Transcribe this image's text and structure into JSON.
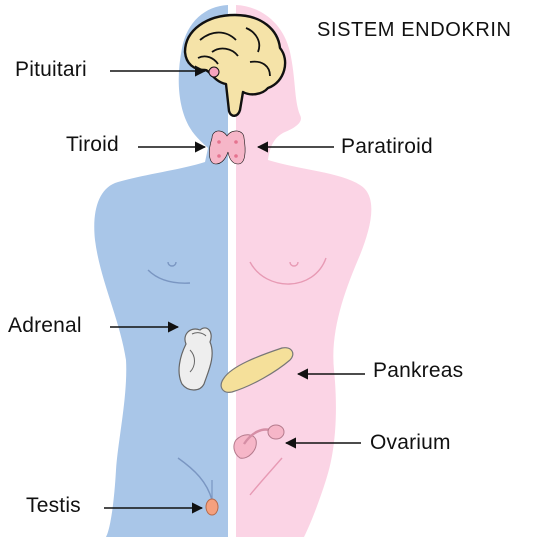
{
  "title": "SISTEM ENDOKRIN",
  "labels": {
    "pituitari": "Pituitari",
    "tiroid": "Tiroid",
    "paratiroid": "Paratiroid",
    "adrenal": "Adrenal",
    "pankreas": "Pankreas",
    "ovarium": "Ovarium",
    "testis": "Testis"
  },
  "colors": {
    "male_body": "#a9c6e8",
    "female_body": "#fbd4e5",
    "brain": "#f5e3a8",
    "organ_pink": "#f6b6c8",
    "pancreas": "#f5e09a",
    "adrenal": "#eeeeee",
    "testis": "#f4a07e"
  }
}
